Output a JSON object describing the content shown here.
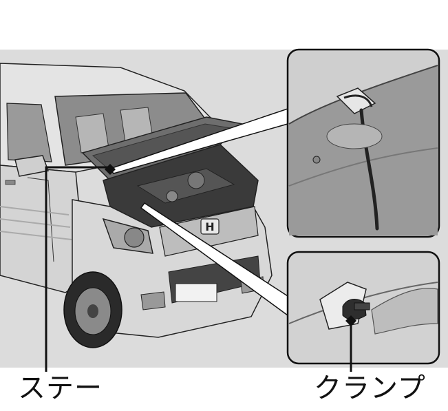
{
  "labels": {
    "stay": "ステー",
    "clamp": "クランプ"
  },
  "brand": {
    "logo": "H"
  },
  "colors": {
    "background": "#dcdcdc",
    "line": "#111111",
    "car_body": "#d9d9d9",
    "engine_dark": "#3a3a3a"
  }
}
